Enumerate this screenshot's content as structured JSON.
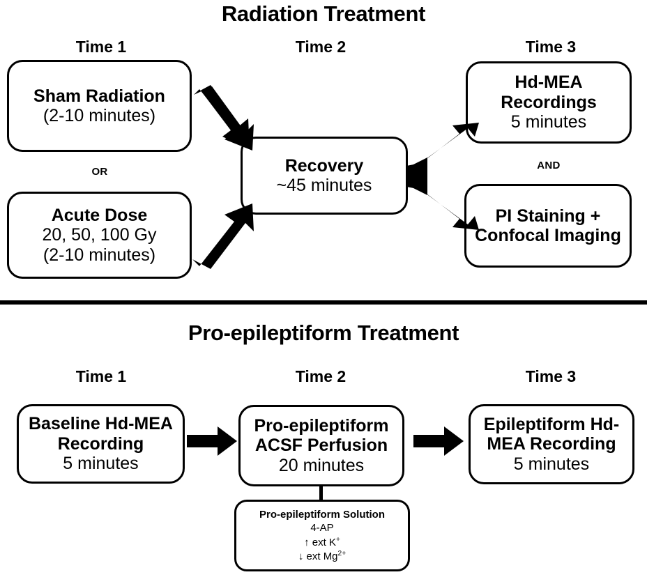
{
  "sections": [
    {
      "title": "Radiation Treatment",
      "time_labels": [
        "Time 1",
        "Time 2",
        "Time 3"
      ],
      "connector_labels": {
        "or": "OR",
        "and": "AND"
      },
      "nodes": {
        "sham": {
          "lines": [
            "Sham Radiation",
            "(2-10 minutes)"
          ]
        },
        "acute": {
          "lines": [
            "Acute Dose",
            "20, 50, 100 Gy",
            "(2-10 minutes)"
          ]
        },
        "recovery": {
          "lines": [
            "Recovery",
            "~45 minutes"
          ]
        },
        "hdmea": {
          "lines": [
            "Hd-MEA",
            "Recordings",
            "5 minutes"
          ]
        },
        "pi": {
          "lines": [
            "PI Staining +",
            "Confocal Imaging"
          ]
        }
      }
    },
    {
      "title": "Pro-epileptiform Treatment",
      "time_labels": [
        "Time 1",
        "Time 2",
        "Time 3"
      ],
      "nodes": {
        "baseline": {
          "lines": [
            "Baseline Hd-MEA",
            "Recording",
            "5 minutes"
          ]
        },
        "perfusion": {
          "lines": [
            "Pro-epileptiform",
            "ACSF Perfusion",
            "20 minutes"
          ]
        },
        "epileptiform": {
          "lines": [
            "Epileptiform Hd-",
            "MEA Recording",
            "5 minutes"
          ]
        },
        "solution": {
          "title": "Pro-epileptiform Solution",
          "items": [
            "4-AP",
            "↑ ext K",
            "↓ ext Mg"
          ],
          "item0": "4-AP",
          "item1_text": "↑ ext K",
          "item1_sup": "+",
          "item2_text": "↓ ext Mg",
          "item2_sup": "2+"
        }
      }
    }
  ],
  "colors": {
    "stroke": "#000000",
    "background": "#ffffff",
    "text": "#000000"
  }
}
